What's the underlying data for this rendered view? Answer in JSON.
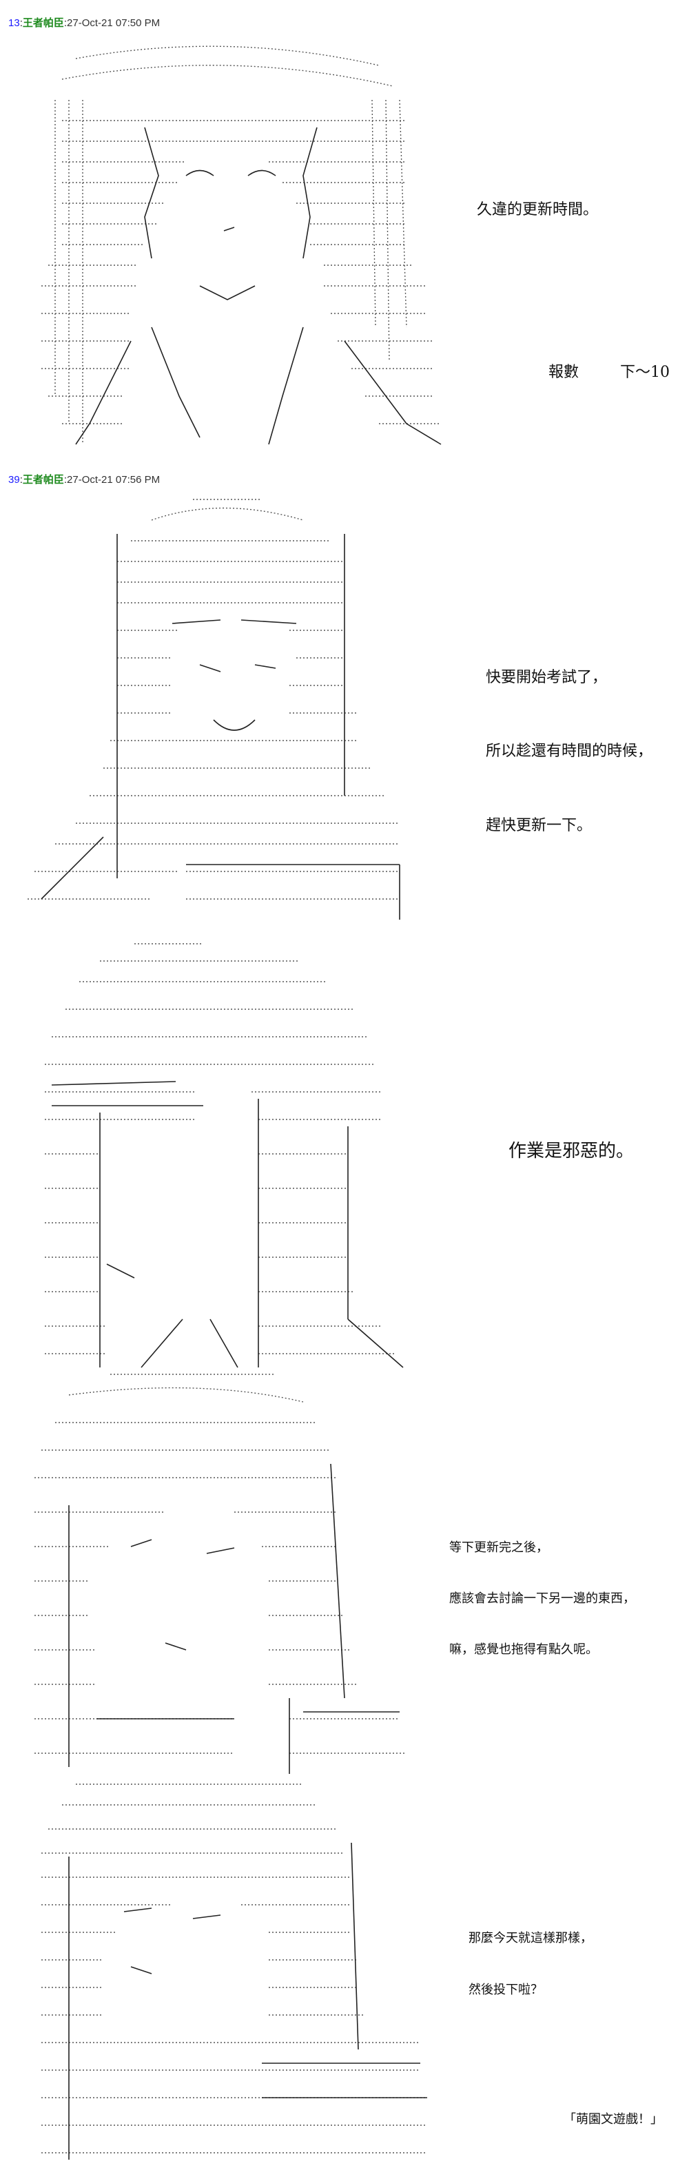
{
  "posts": [
    {
      "num": "13",
      "name": "王者帕臣",
      "date": "27-Oct-21 07:50 PM"
    },
    {
      "num": "39",
      "name": "王者帕臣",
      "date": "27-Oct-21 07:56 PM"
    }
  ],
  "panel1": {
    "line1": "久違的更新時間。",
    "report_label": "報數",
    "report_value": "下～10"
  },
  "panel2": {
    "line1": "快要開始考試了，",
    "line2": "所以趁還有時間的時候，",
    "line3": "趕快更新一下。"
  },
  "panel3": {
    "line1": "作業是邪惡的。"
  },
  "panel4": {
    "line1": "等下更新完之後，",
    "line2": "應該會去討論一下另一邊的東西，",
    "line3": "嘛，感覺也拖得有點久呢。"
  },
  "panel5": {
    "line1": "那麼今天就這樣那樣，",
    "line2": "然後投下啦？",
    "line3": "「萌園文遊戲！」"
  }
}
